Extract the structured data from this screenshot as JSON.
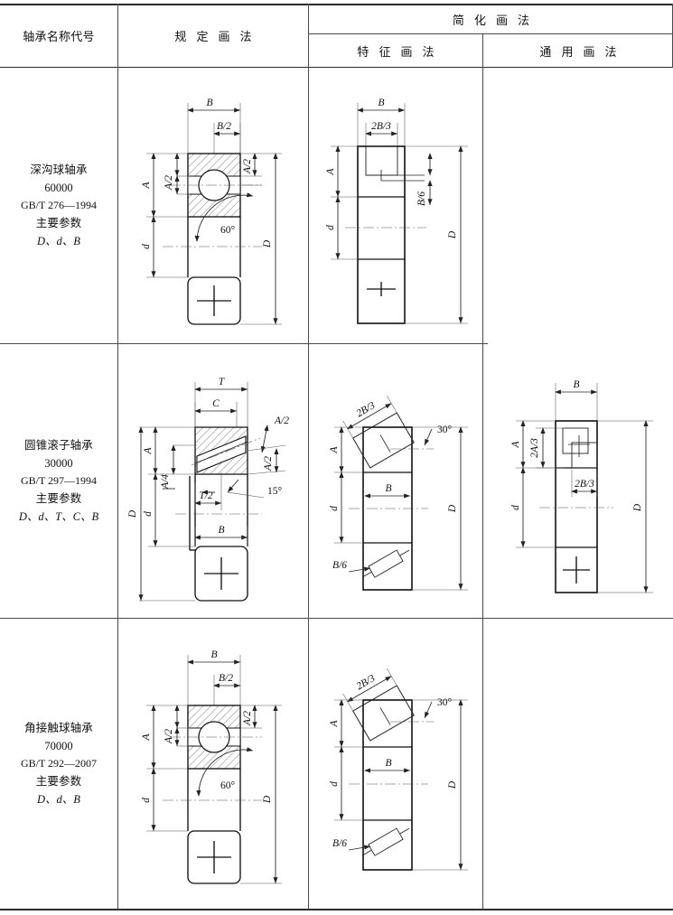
{
  "table": {
    "headers": {
      "col_name": "轴承名称代号",
      "col_specified": "规 定 画 法",
      "group_simplified": "简  化  画  法",
      "col_feature": "特 征 画 法",
      "col_general": "通 用 画 法"
    },
    "rows": [
      {
        "name_cn": "深沟球轴承",
        "code": "60000",
        "standard": "GB/T 276—1994",
        "params_label": "主要参数",
        "params": "D、d、B",
        "specified_labels": [
          "B",
          "B/2",
          "A",
          "A/2",
          "A/2",
          "d",
          "D",
          "60°"
        ],
        "feature_labels": [
          "B",
          "2B/3",
          "A",
          "B/6",
          "d",
          "D"
        ],
        "general_labels": []
      },
      {
        "name_cn": "圆锥滚子轴承",
        "code": "30000",
        "standard": "GB/T 297—1994",
        "params_label": "主要参数",
        "params": "D、d、T、C、B",
        "specified_labels": [
          "T",
          "C",
          "A",
          "A/2",
          "A/2",
          "A/4",
          "T/2",
          "B",
          "d",
          "D",
          "15°"
        ],
        "feature_labels": [
          "2B/3",
          "30°",
          "A",
          "B",
          "d",
          "D",
          "B/6"
        ],
        "general_labels": [
          "B",
          "A",
          "2A/3",
          "2B/3",
          "d",
          "D"
        ]
      },
      {
        "name_cn": "角接触球轴承",
        "code": "70000",
        "standard": "GB/T 292—2007",
        "params_label": "主要参数",
        "params": "D、d、B",
        "specified_labels": [
          "B",
          "B/2",
          "A",
          "A/2",
          "A/2",
          "d",
          "D",
          "60°"
        ],
        "feature_labels": [
          "2B/3",
          "30°",
          "A",
          "B",
          "d",
          "D",
          "B/6"
        ],
        "general_labels": []
      }
    ]
  },
  "glyphs": {
    "B": "B",
    "B2": "B/2",
    "A": "A",
    "A2": "A/2",
    "A4": "A/4",
    "d": "d",
    "D": "D",
    "T": "T",
    "T2": "T/2",
    "C": "C",
    "deg60": "60°",
    "deg30": "30°",
    "deg15": "15°",
    "twoB3": "2B/3",
    "B6": "B/6",
    "twoA3": "2A/3"
  }
}
